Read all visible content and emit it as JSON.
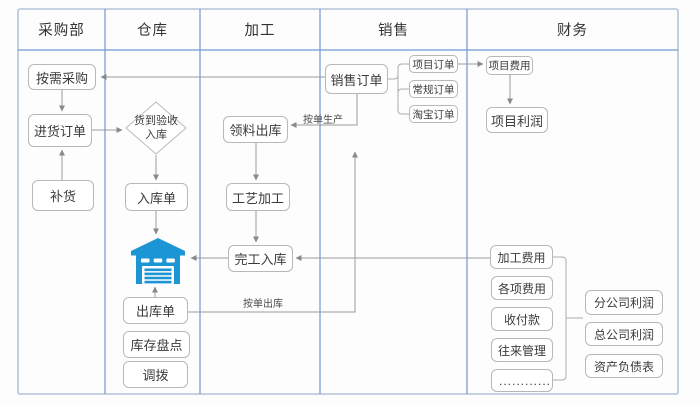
{
  "diagram": {
    "title_hint": "purchase-warehouse-process-sales-finance flowchart",
    "lanes": [
      {
        "id": "purchase",
        "label": "采购部"
      },
      {
        "id": "warehouse",
        "label": "仓库"
      },
      {
        "id": "process",
        "label": "加工"
      },
      {
        "id": "sales",
        "label": "销售"
      },
      {
        "id": "finance",
        "label": "财务"
      }
    ],
    "nodes": {
      "demand_purchase": "按需采购",
      "purchase_order": "进货订单",
      "replenish": "补货",
      "receive_check": "货到验收入库",
      "inbound_order": "入库单",
      "outbound_order": "出库单",
      "stock_count": "库存盘点",
      "transfer": "调拨",
      "material_out": "领料出库",
      "craft_process": "工艺加工",
      "finish_in": "完工入库",
      "sales_order": "销售订单",
      "project_order": "项目订单",
      "regular_order": "常规订单",
      "taobao_order": "淘宝订单",
      "project_cost": "项目费用",
      "project_profit": "项目利润",
      "process_cost": "加工费用",
      "various_cost": "各项费用",
      "payments": "收付款",
      "contacts": "往来管理",
      "more_dots": "............",
      "branch_profit": "分公司利润",
      "hq_profit": "总公司利润",
      "balance_sheet": "资产负债表"
    },
    "edge_labels": {
      "produce_by_order": "按单生产",
      "outbound_by_order": "按单出库"
    },
    "icons": {
      "warehouse": "warehouse-building-icon"
    },
    "colors": {
      "outer_border": "#b4c4da",
      "lane_divider": "#6f97d2",
      "box_border": "#b8b8b8",
      "connector": "#9b9b9b",
      "icon_blue": "#1b95d4",
      "text": "#3b3b3b"
    }
  }
}
